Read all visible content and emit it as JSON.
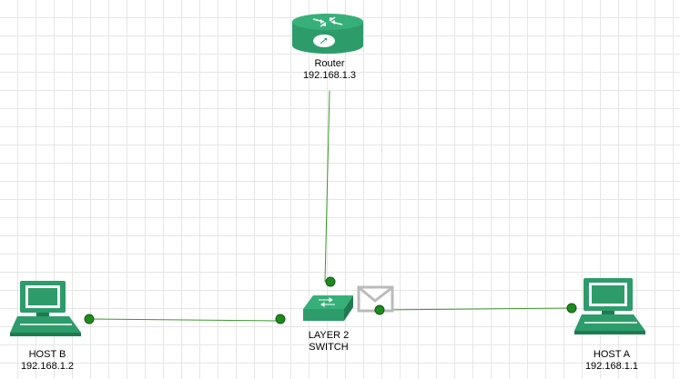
{
  "nodes": {
    "router": {
      "name": "Router",
      "ip": "192.168.1.3"
    },
    "switch": {
      "name_line1": "LAYER 2",
      "name_line2": "SWITCH"
    },
    "host_b": {
      "name": "HOST B",
      "ip": "192.168.1.2"
    },
    "host_a": {
      "name": "HOST A",
      "ip": "192.168.1.1"
    }
  },
  "connections": [
    {
      "from": "router",
      "to": "switch"
    },
    {
      "from": "host_b",
      "to": "switch"
    },
    {
      "from": "switch",
      "to": "host_a",
      "message": "envelope-icon"
    }
  ],
  "colors": {
    "device_fill": "#2d9c6a",
    "device_dark": "#1f7a50",
    "link": "#3a9a2a",
    "endpoint": "#1f8a1f",
    "envelope": "#bbbbbb",
    "grid": "#e6e6e6"
  }
}
